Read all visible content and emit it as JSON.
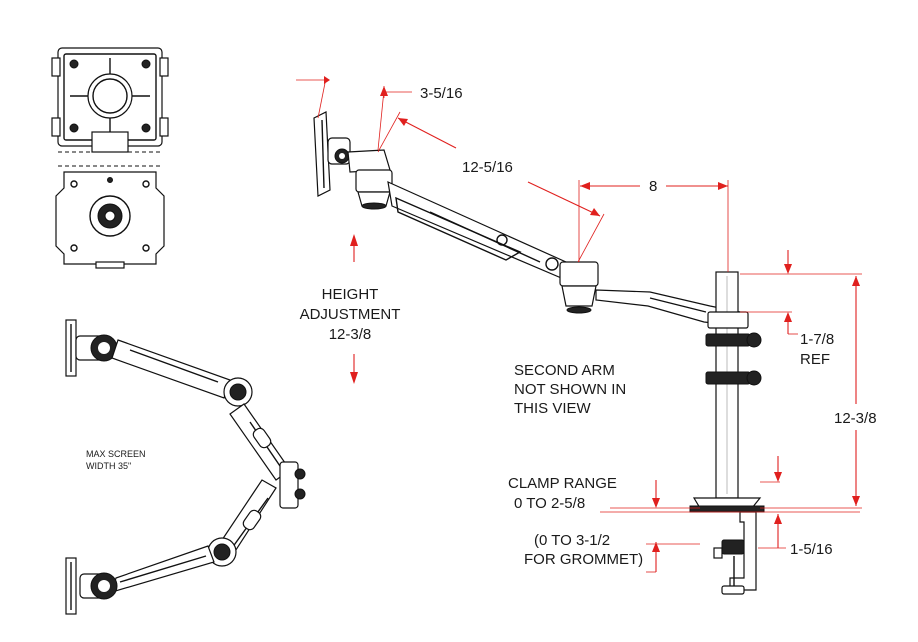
{
  "labels": {
    "top_offset": "3-5/16",
    "arm_length": "12-5/16",
    "reach": "8",
    "height_adj_1": "HEIGHT",
    "height_adj_2": "ADJUSTMENT",
    "height_adj_3": "12-3/8",
    "second_arm_1": "SECOND ARM",
    "second_arm_2": "NOT SHOWN IN",
    "second_arm_3": "THIS VIEW",
    "ref_value": "1-7/8",
    "ref_word": "REF",
    "post_height": "12-3/8",
    "clamp_range_1": "CLAMP RANGE",
    "clamp_range_2": "0 TO 2-5/8",
    "grommet_1": "(0 TO 3-1/2",
    "grommet_2": "FOR GROMMET)",
    "base_height": "1-5/16",
    "max_screen_1": "MAX SCREEN",
    "max_screen_2": "WIDTH 35\""
  },
  "colors": {
    "dimension_lines": "#e0201e",
    "drawing_ink": "#111111"
  }
}
